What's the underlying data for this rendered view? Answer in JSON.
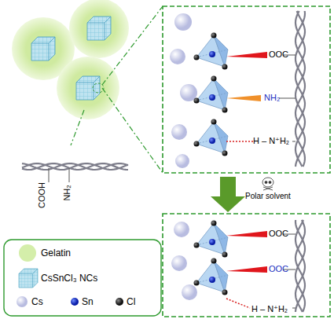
{
  "diagram": {
    "labels": [
      "COOH",
      "NH₂",
      "OOC",
      "NH₂",
      "H – N⁺H₂",
      "Polar solvent",
      "OOC",
      "OOC",
      "H – N⁺H₂"
    ],
    "legend": [
      {
        "text": "Gelatin",
        "color": "#d4eeaa"
      },
      {
        "text": "CsSnCl₃ NCs"
      },
      {
        "text": "Cs"
      },
      {
        "text": "Sn"
      },
      {
        "text": "Cl"
      }
    ]
  }
}
